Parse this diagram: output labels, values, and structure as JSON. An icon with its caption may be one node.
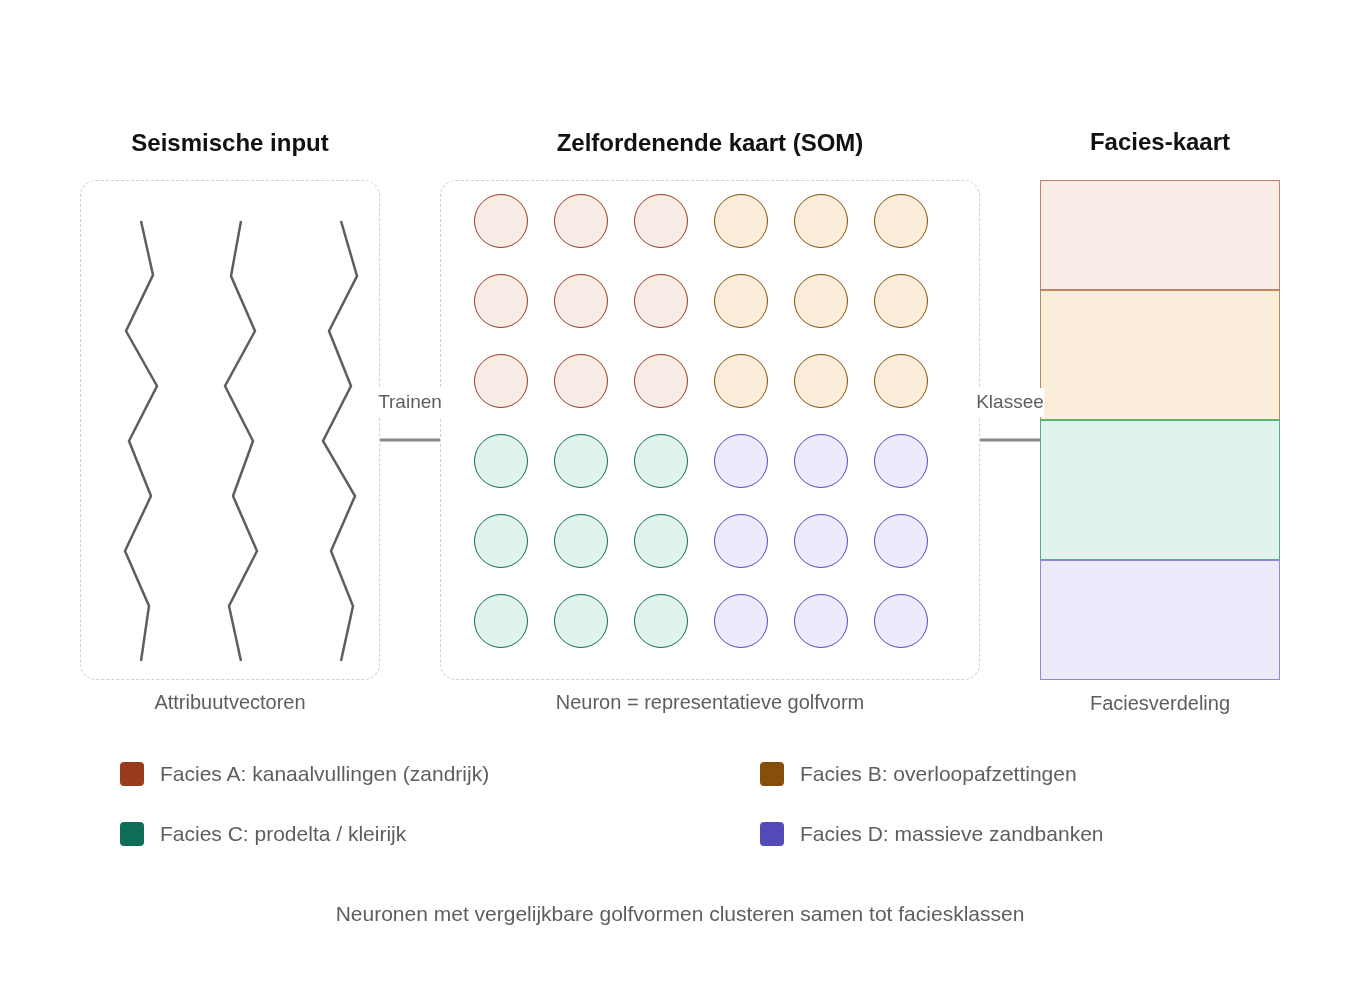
{
  "diagram": {
    "caption": "Neuronen met vergelijkbare golfvormen clusteren samen tot faciesklassen",
    "nodes": [
      {
        "text": [
          "Seismische input"
        ],
        "beside": [
          "Attribuutvectoren"
        ]
      },
      {
        "text": [
          "Zelfordenende kaart (SOM)"
        ],
        "beside": [
          "Neuron = representatieve golfvorm"
        ]
      },
      {
        "text": [
          "Facies-kaart"
        ],
        "beside": [
          "Faciesverdeling"
        ]
      },
      {
        "text": [],
        "shape": "bar",
        "in": 2
      },
      {
        "text": [],
        "shape": "bar",
        "in": 2
      },
      {
        "text": [],
        "shape": "bar",
        "in": 2
      },
      {
        "text": [],
        "shape": "bar",
        "in": 2
      }
    ],
    "edges": [
      {
        "from": 0,
        "to": 1,
        "arrow": "none",
        "label": "Trainen"
      },
      {
        "from": 1,
        "to": 2,
        "arrow": "none",
        "label": "Klassee"
      }
    ],
    "legend": [
      {
        "text": "Facies A: kanaalvullingen (zandrijk)",
        "color": "#993c1d"
      },
      {
        "text": "Facies B: overloopafzettingen",
        "color": "#854f0b"
      },
      {
        "text": "Facies C: prodelta / kleirijk",
        "color": "#0f6e56"
      },
      {
        "text": "Facies D: massieve zandbanken",
        "color": "#534ab7"
      }
    ]
  }
}
